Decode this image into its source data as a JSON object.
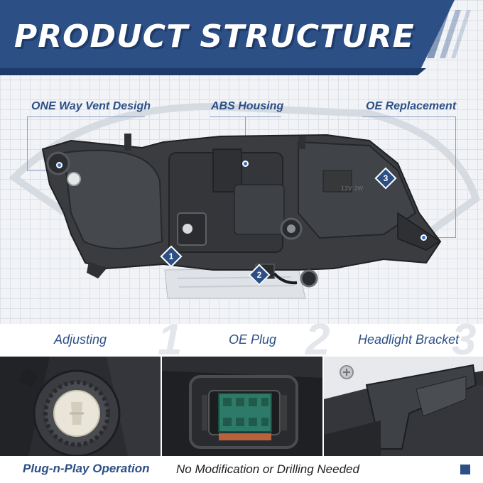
{
  "banner": {
    "title": "PRODUCT STRUCTURE"
  },
  "callouts": [
    {
      "label": "ONE Way Vent Desigh"
    },
    {
      "label": "ABS Housing"
    },
    {
      "label": "OE Replacement"
    }
  ],
  "badges": [
    "1",
    "2",
    "3"
  ],
  "lamp_text": {
    "stamp": "12V 2W"
  },
  "features": [
    {
      "label": "Adjusting",
      "number": "1"
    },
    {
      "label": "OE Plug",
      "number": "2"
    },
    {
      "label": "Headlight Bracket",
      "number": "3"
    }
  ],
  "footer": {
    "highlight": "Plug-n-Play Operation",
    "text": "No Modification or Drilling Needed"
  },
  "colors": {
    "brand": "#2c4f86",
    "housing": "#3a3c40",
    "background": "#f1f3f6"
  }
}
